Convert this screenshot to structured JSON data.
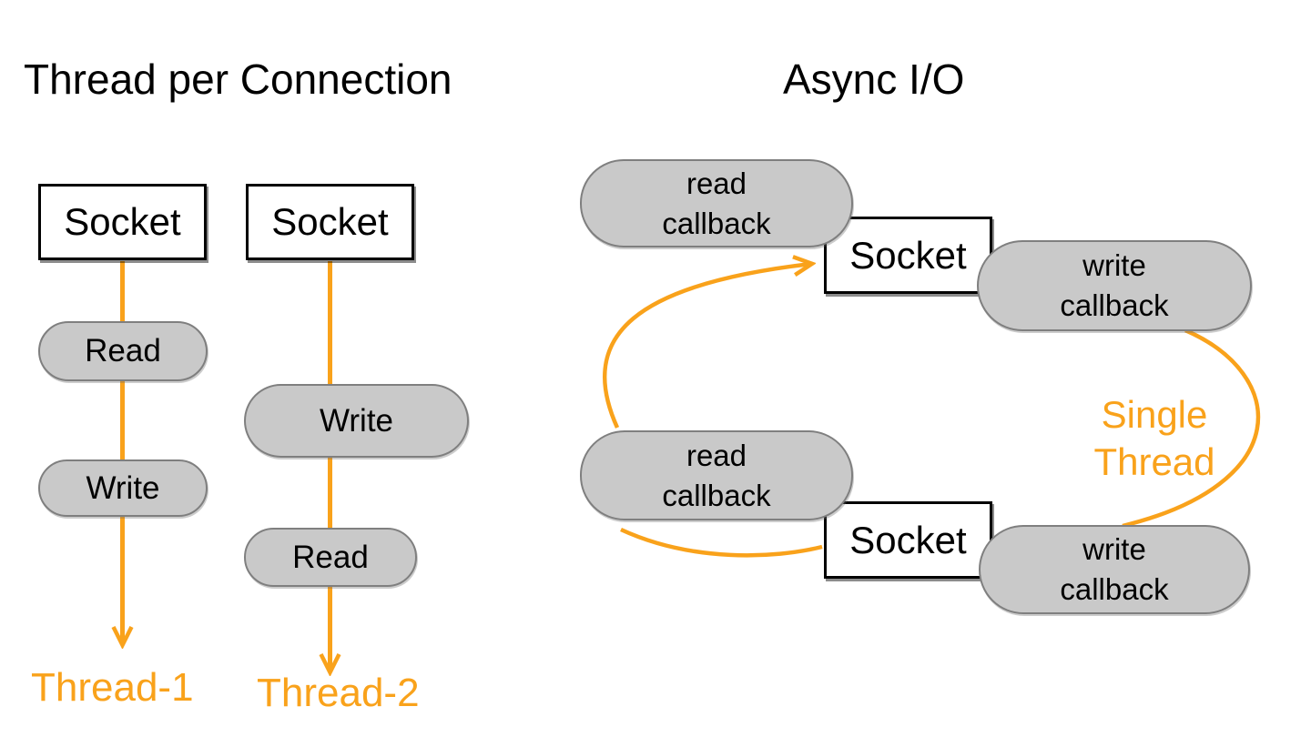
{
  "colors": {
    "accent_orange": "#F9A21B",
    "pill_fill": "#C9C9C9",
    "pill_border": "#7F7F7F",
    "socket_fill": "#FFFFFF",
    "socket_border": "#000000",
    "text_black": "#000000",
    "background": "#FFFFFF"
  },
  "thread_per_connection": {
    "title": "Thread per Connection",
    "column1": {
      "socket_label": "Socket",
      "step1_label": "Read",
      "step2_label": "Write",
      "thread_label": "Thread-1"
    },
    "column2": {
      "socket_label": "Socket",
      "step1_label": "Write",
      "step2_label": "Read",
      "thread_label": "Thread-2"
    }
  },
  "async_io": {
    "title": "Async I/O",
    "top_read_callback": "read\ncallback",
    "top_socket_label": "Socket",
    "top_write_callback": "write\ncallback",
    "bottom_read_callback": "read\ncallback",
    "bottom_socket_label": "Socket",
    "bottom_write_callback": "write\ncallback",
    "single_thread_label": "Single\nThread"
  }
}
